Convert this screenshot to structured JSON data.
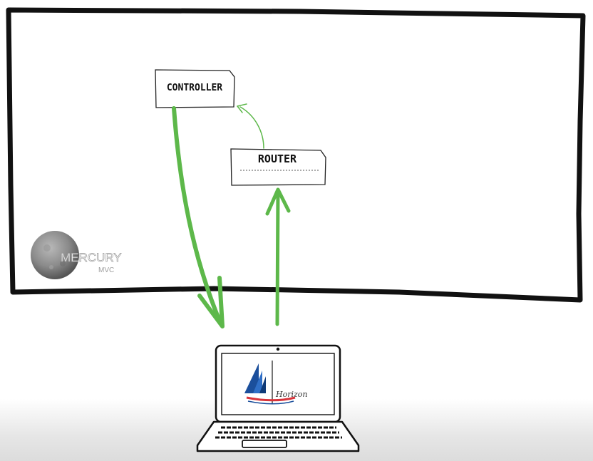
{
  "diagram": {
    "controller": {
      "label": "CONTROLLER"
    },
    "router": {
      "label": "ROUTER"
    }
  },
  "watermark": {
    "brand": "MERCURY",
    "sub": "MVC"
  },
  "laptop_screen": {
    "brand_script": "Horizon"
  },
  "colors": {
    "arrow": "#5db84a",
    "frame": "#111111",
    "sail_blue": "#1b4f9c",
    "hull_red": "#d8343b"
  }
}
